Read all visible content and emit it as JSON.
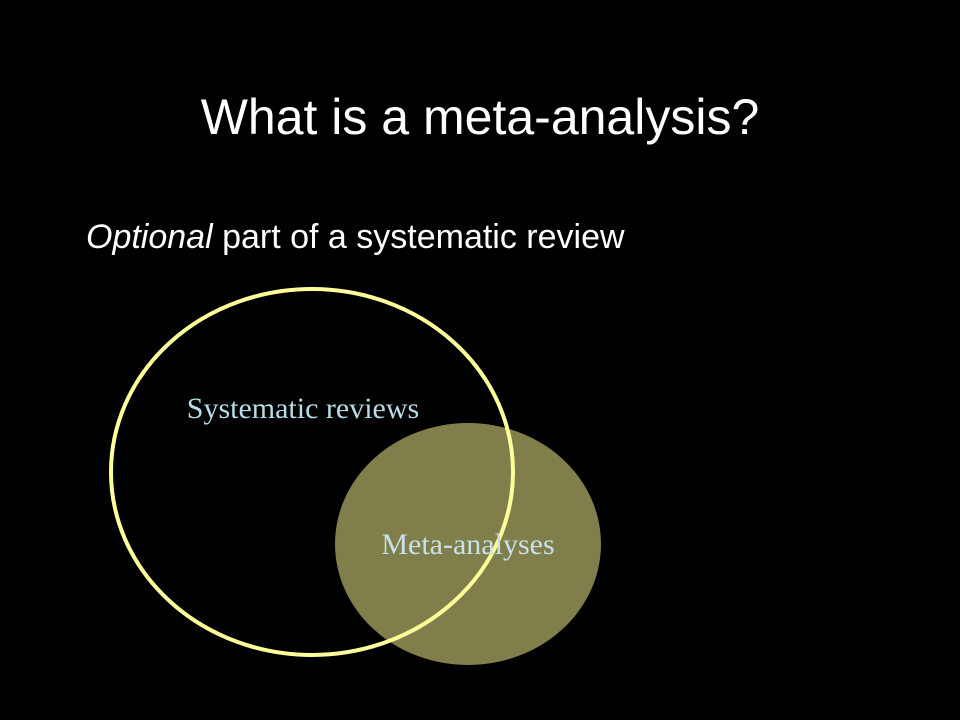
{
  "slide": {
    "title": "What is a meta-analysis?",
    "subtitle": {
      "emphasis": "Optional",
      "rest": " part of a systematic review"
    }
  },
  "diagram": {
    "sets": [
      {
        "id": "systematic-reviews",
        "label": "Systematic reviews",
        "outline_color": "#ffff99",
        "label_color": "#b5dde6"
      },
      {
        "id": "meta-analyses",
        "label": "Meta-analyses",
        "fill_color": "#807f4c",
        "label_color": "#c8e0e8"
      }
    ]
  }
}
